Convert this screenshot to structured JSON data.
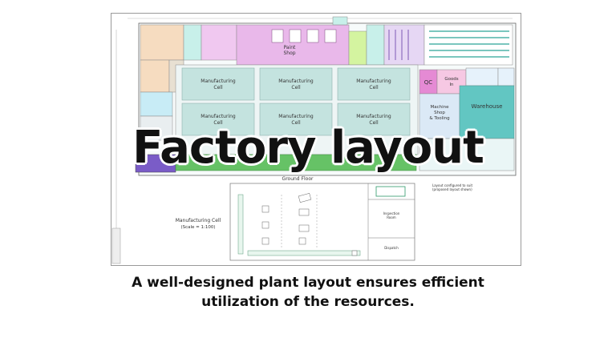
{
  "slide": {
    "title": "Factory layout",
    "caption_line1": "A well-designed plant layout ensures efficient",
    "caption_line2": "utilization of the resources."
  },
  "floor_plan": {
    "cells": [
      {
        "line1": "Manufacturing",
        "line2": "Cell"
      },
      {
        "line1": "Manufacturing",
        "line2": "Cell"
      },
      {
        "line1": "Manufacturing",
        "line2": "Cell"
      },
      {
        "line1": "Manufacturing",
        "line2": "Cell"
      },
      {
        "line1": "Manufacturing",
        "line2": "Cell"
      },
      {
        "line1": "Manufacturing",
        "line2": "Cell"
      }
    ],
    "paint_shop": {
      "line1": "Paint",
      "line2": "Shop"
    },
    "qc": "QC",
    "goods_in": {
      "line1": "Goods",
      "line2": "In"
    },
    "machine_shop": {
      "line1": "Machine",
      "line2": "Shop",
      "line3": "& Tooling"
    },
    "warehouse": "Warehouse",
    "ground_floor": "Ground Floor",
    "cell_detail": {
      "line1": "Manufacturing Cell",
      "line2": "(Scale = 1:100)"
    },
    "layout_note": {
      "line1": "Layout configured to suit",
      "line2": "(proposed layout shown)"
    },
    "inspection": {
      "line1": "Inspection",
      "line2": "Room"
    },
    "dispatch": {
      "line1": "Dispatch"
    }
  },
  "colors": {
    "cell_fill": "#c4e3df",
    "paint_shop": "#e9b8ea",
    "qc": "#e58ad4",
    "goods_in": "#f6c8e3",
    "machine_shop": "#dbe9f6",
    "warehouse": "#62c6c2",
    "offices": "#f6dcc0",
    "corridor": "#c8f0ea",
    "green_strip": "#66c266",
    "lime_room": "#d4f4a0"
  }
}
